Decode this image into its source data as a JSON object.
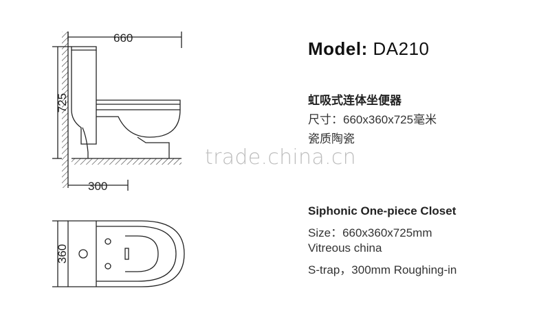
{
  "dimensions": {
    "width": "660",
    "height": "725",
    "rough_in": "300",
    "depth": "360"
  },
  "model": {
    "label": "Model:",
    "value": "DA210"
  },
  "spec_cn": {
    "title": "虹吸式连体坐便器",
    "size": "尺寸：660x360x725毫米",
    "material": "瓷质陶瓷"
  },
  "watermark": "trade.china.cn",
  "spec_en": {
    "title": "Siphonic One-piece Closet",
    "size": "Size：660x360x725mm",
    "material": "Vitreous china",
    "trap": "S-trap，300mm Roughing-in"
  }
}
